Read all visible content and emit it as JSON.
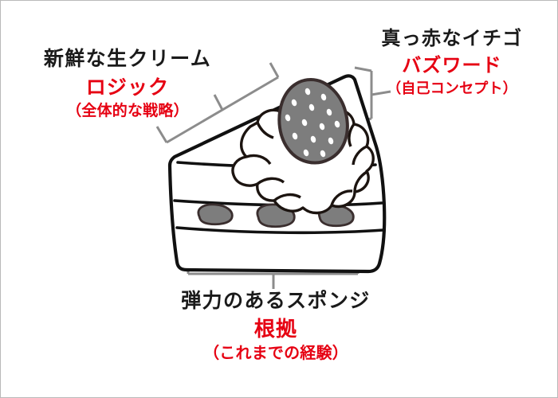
{
  "diagram": {
    "subject": "ショートケーキの断面図",
    "frame_color": "#b9b9b9",
    "accent_color": "#e60012",
    "ink_color": "#1a1a1a",
    "bracket_color": "#8c8c8c",
    "strawberry_fill": "#7d7d7d",
    "strawberry_outline": "#3a2e2e",
    "background": "#ffffff"
  },
  "labels": {
    "cream": {
      "part": "新鮮な生クリーム",
      "keyword": "ロジック",
      "note": "（全体的な戦略）"
    },
    "strawberry": {
      "part": "真っ赤なイチゴ",
      "keyword": "バズワード",
      "note": "（自己コンセプト）"
    },
    "sponge": {
      "part": "弾力のあるスポンジ",
      "keyword": "根拠",
      "note": "（これまでの経験）"
    }
  },
  "illustration": {
    "cake_slice": "cake-slice-drawing",
    "topping": "strawberry-on-whipped-cream",
    "filling_slices": 3,
    "brackets": [
      "cream-bracket-diagonal",
      "strawberry-bracket-vertical",
      "sponge-bracket-horizontal"
    ]
  }
}
